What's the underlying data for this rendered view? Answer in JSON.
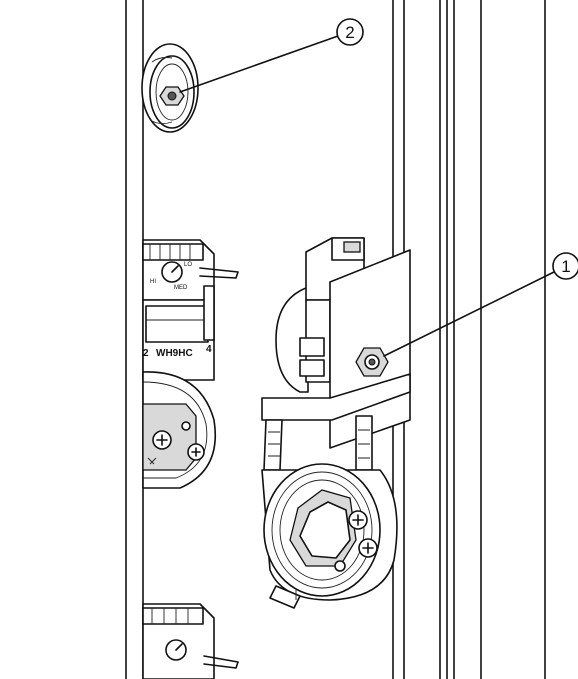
{
  "callouts": [
    {
      "number": "1",
      "target": "thermostat-bracket-nut"
    },
    {
      "number": "2",
      "target": "upper-fitting-nut"
    }
  ],
  "thermostat_labels": {
    "upper_model": "WH9HC",
    "upper_left_terminal": "2",
    "upper_right_terminal": "4",
    "dial_lo": "LO",
    "dial_med": "MED",
    "dial_hi": "HI"
  },
  "colors": {
    "line": "#111111",
    "fill": "#ffffff",
    "shade": "#d9d9d9"
  }
}
